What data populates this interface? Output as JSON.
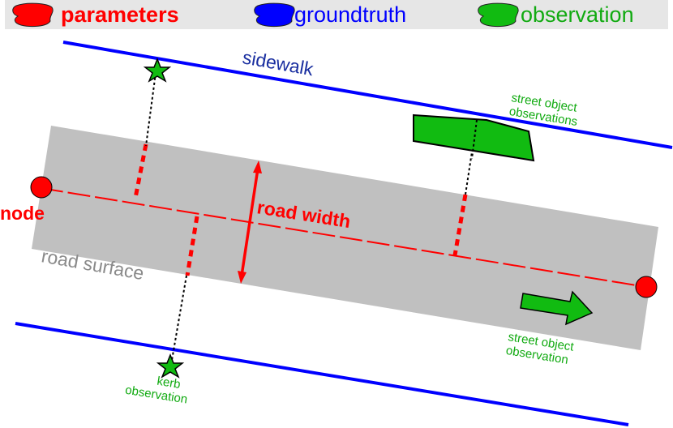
{
  "legend": {
    "parameters": "parameters",
    "groundtruth": "groundtruth",
    "observation": "observation"
  },
  "labels": {
    "sidewalk": "sidewalk",
    "road_surface": "road surface",
    "road_width": "road width",
    "node": "node",
    "street_object_observations": [
      "street object",
      "observations"
    ],
    "street_object_observation": [
      "street object",
      "observation"
    ],
    "kerb_observation": [
      "kerb",
      "observation"
    ]
  },
  "colors": {
    "parameters": "#ff0000",
    "groundtruth": "#0000ff",
    "observation": "#00a000",
    "observation_fill": "#11bb11",
    "road_surface": "#c0c0c0",
    "road_label": "#8a8a8a",
    "sidewalk_label": "#1a2fa0",
    "legend_bg": "#e6e6e6"
  }
}
